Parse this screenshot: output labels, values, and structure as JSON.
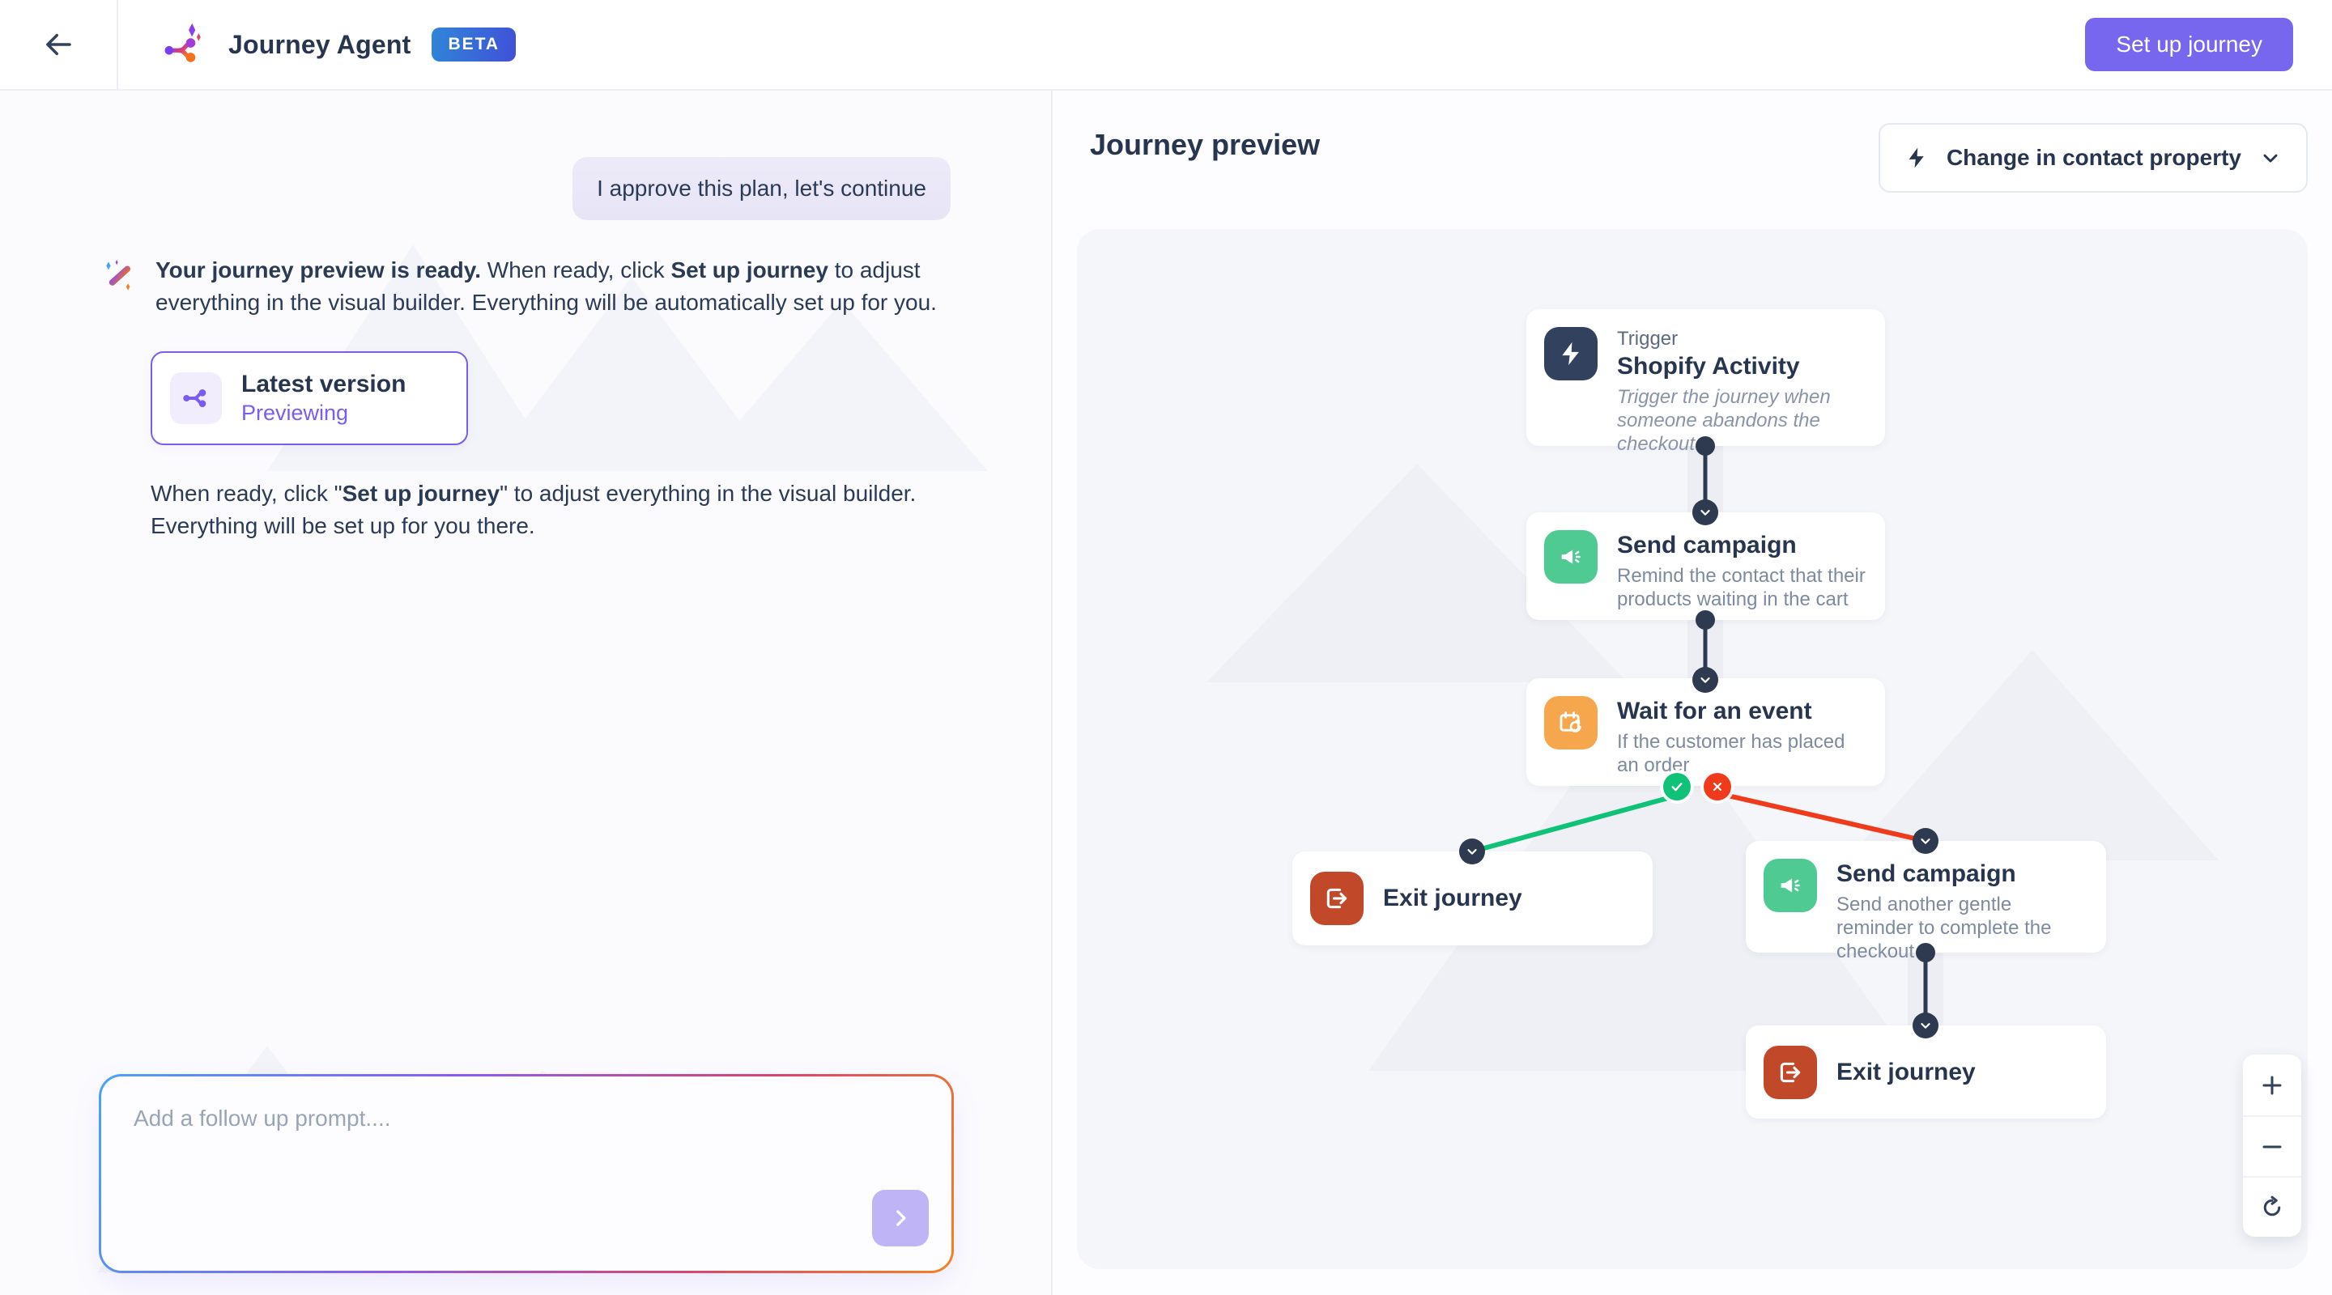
{
  "header": {
    "app_title": "Journey Agent",
    "beta_badge": "BETA",
    "setup_button": "Set up journey"
  },
  "chat": {
    "user_message": "I approve this plan, let's continue",
    "assistant_message": {
      "bold_intro": "Your journey preview is ready.",
      "text_mid": " When ready, click ",
      "bold_action": "Set up journey",
      "text_end": " to adjust everything in the visual builder. Everything will be automatically set up for you."
    },
    "version_card": {
      "title": "Latest version",
      "status": "Previewing"
    },
    "note": {
      "pre": "When ready, click \"",
      "bold": "Set up journey",
      "post": "\" to adjust everything in the visual builder. Everything will be set up for you there."
    },
    "prompt_input": {
      "placeholder": "Add a follow up prompt...."
    }
  },
  "preview": {
    "title": "Journey preview",
    "property_dropdown": {
      "label": "Change in contact property"
    },
    "nodes": {
      "trigger": {
        "kicker": "Trigger",
        "title": "Shopify Activity",
        "desc": "Trigger the journey when someone abandons the checkout"
      },
      "send_campaign_1": {
        "title": "Send campaign",
        "desc": "Remind the contact that their products waiting in the cart"
      },
      "wait": {
        "title": "Wait for an event",
        "desc": "If the customer has placed an order"
      },
      "exit_1": {
        "title": "Exit journey"
      },
      "send_campaign_2": {
        "title": "Send campaign",
        "desc": "Send another gentle reminder to complete the checkout"
      },
      "exit_2": {
        "title": "Exit journey"
      }
    }
  },
  "icons": {
    "back": "arrow-left-icon",
    "logo": "journey-agent-logo-icon",
    "assistant": "magic-wand-icon",
    "version": "journey-branch-icon",
    "prompt_send": "chevron-right-icon",
    "dropdown_left": "lightning-icon",
    "dropdown_right": "chevron-down-icon",
    "trigger": "lightning-icon",
    "send_campaign": "megaphone-icon",
    "wait": "calendar-clock-icon",
    "exit": "exit-door-icon",
    "branch_yes": "check-icon",
    "branch_no": "cross-icon",
    "zoom_in": "plus-icon",
    "zoom_out": "minus-icon",
    "reset_view": "refresh-icon"
  },
  "colors": {
    "accent_purple": "#7667ee",
    "campaign_green": "#4fca92",
    "wait_orange": "#f6a74e",
    "exit_red": "#c2482a",
    "branch_success": "#10c178",
    "branch_error": "#f03a1c",
    "connector_navy": "#2e3a50"
  }
}
